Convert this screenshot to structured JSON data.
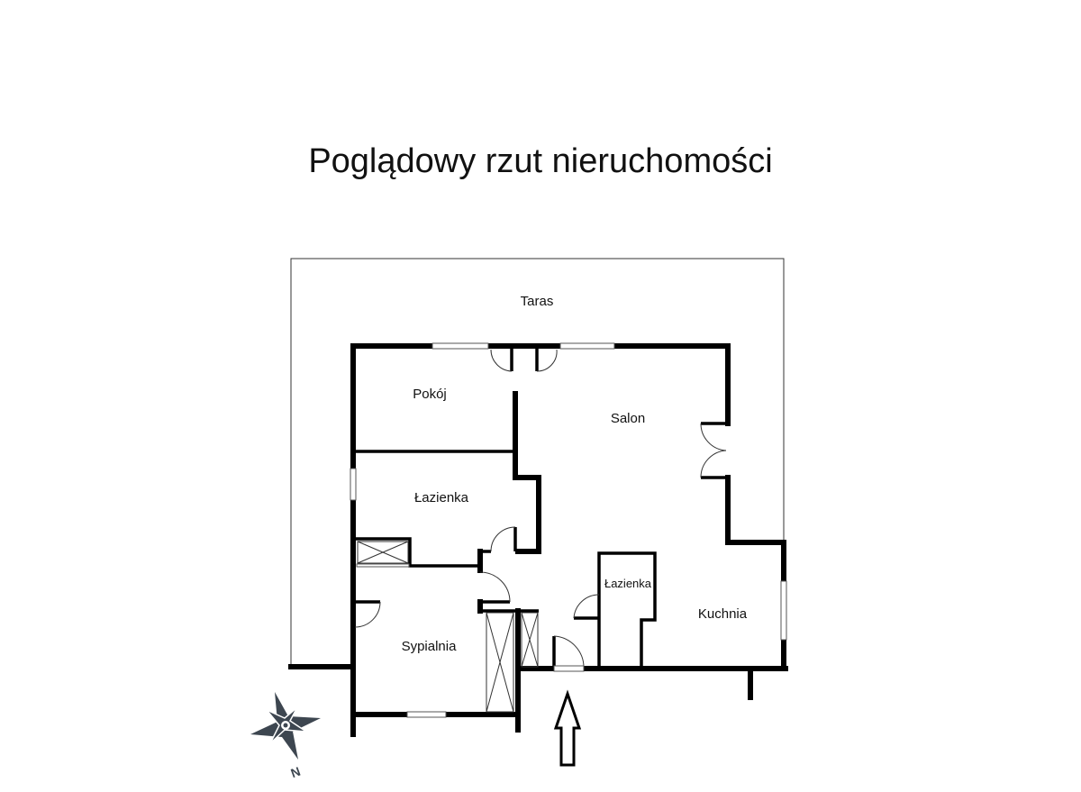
{
  "title": "Poglądowy rzut nieruchomości",
  "rooms": {
    "taras": "Taras",
    "pokoj": "Pokój",
    "salon": "Salon",
    "lazienka_1": "Łazienka",
    "lazienka_2": "Łazienka",
    "kuchnia": "Kuchnia",
    "sypialnia": "Sypialnia"
  },
  "compass": {
    "north_label": "N",
    "color": "#3d4650"
  }
}
